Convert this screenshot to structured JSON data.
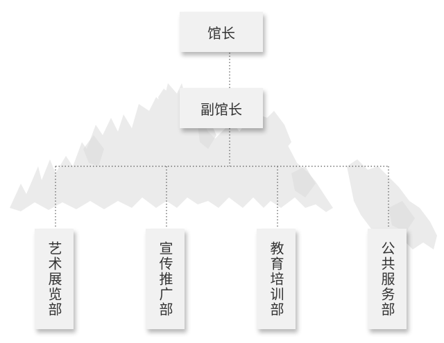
{
  "nodes": {
    "director": "馆长",
    "deputy_director": "副馆长"
  },
  "departments": [
    {
      "label": "艺术展览部"
    },
    {
      "label": "宣传推广部"
    },
    {
      "label": "教育培训部"
    },
    {
      "label": "公共服务部"
    }
  ],
  "colors": {
    "box_fill": "#f1f1f1",
    "text": "#333333",
    "connector": "#555555",
    "background_art": "#e6e6e6"
  }
}
